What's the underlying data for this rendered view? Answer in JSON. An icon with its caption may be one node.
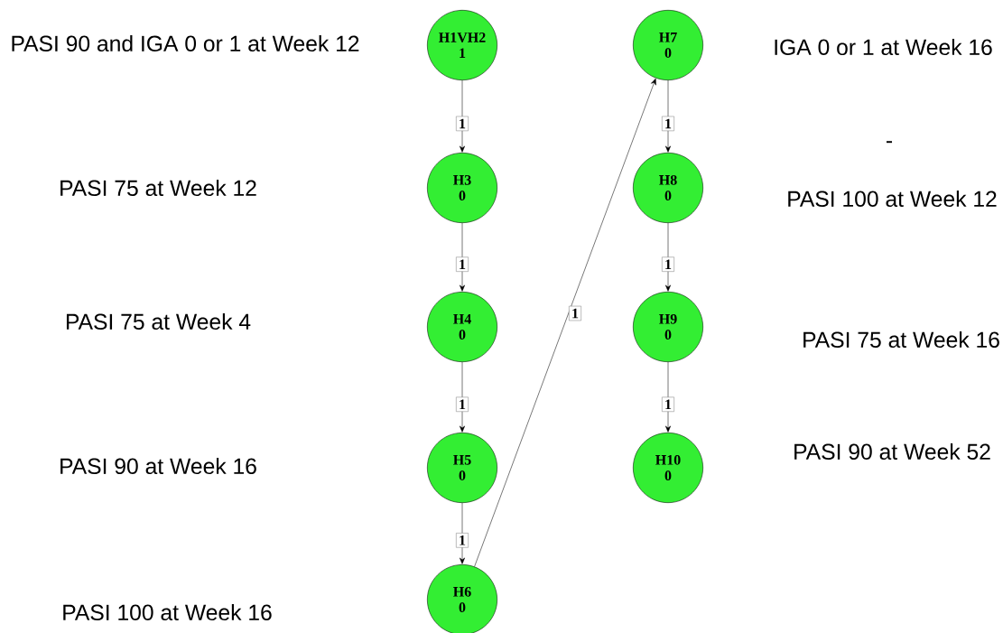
{
  "diagram": {
    "nodes": [
      {
        "text": [
          "H1VH2",
          "1"
        ]
      },
      {
        "text": [
          "H3",
          "0"
        ]
      },
      {
        "text": [
          "H4",
          "0"
        ]
      },
      {
        "text": [
          "H5",
          "0"
        ]
      },
      {
        "text": [
          "H6",
          "0"
        ]
      },
      {
        "text": [
          "H7",
          "0"
        ]
      },
      {
        "text": [
          "H8",
          "0"
        ]
      },
      {
        "text": [
          "H9",
          "0"
        ]
      },
      {
        "text": [
          "H10",
          "0"
        ]
      }
    ],
    "edges": [
      {
        "from": 0,
        "to": 1,
        "arrow": "to",
        "label": "1"
      },
      {
        "from": 1,
        "to": 2,
        "arrow": "to",
        "label": "1"
      },
      {
        "from": 2,
        "to": 3,
        "arrow": "to",
        "label": "1"
      },
      {
        "from": 3,
        "to": 4,
        "arrow": "to",
        "label": "1"
      },
      {
        "from": 4,
        "to": 5,
        "arrow": "to",
        "label": "1"
      },
      {
        "from": 5,
        "to": 6,
        "arrow": "to",
        "label": "1"
      },
      {
        "from": 6,
        "to": 7,
        "arrow": "to",
        "label": "1"
      },
      {
        "from": 7,
        "to": 8,
        "arrow": "to",
        "label": "1"
      }
    ],
    "labels": [
      "PASI 90 and IGA 0 or 1 at Week 12",
      "IGA 0 or 1 at Week 16",
      "-",
      "PASI 75 at Week 12",
      "PASI 100 at Week 12",
      "PASI 75 at Week 4",
      "PASI 75 at Week 16",
      "PASI 90 at Week 16",
      "PASI 90 at Week 52",
      "PASI 100 at Week 16"
    ]
  }
}
